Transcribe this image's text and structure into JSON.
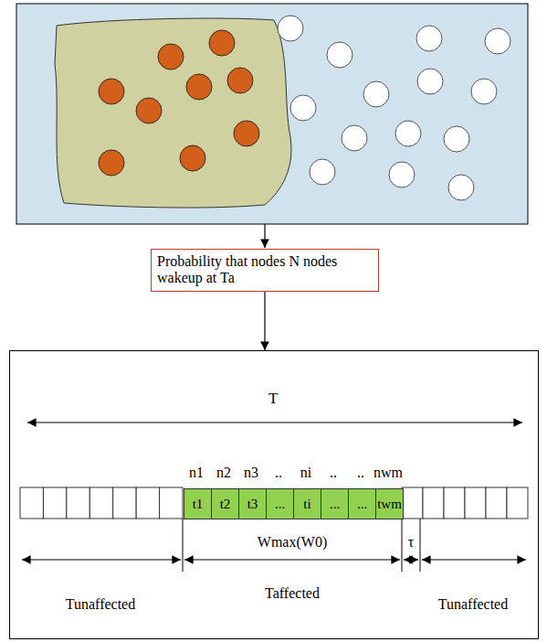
{
  "diagram": {
    "nodes": [
      {
        "text": [
          "Probability that nodes N nodes wakeup at Ta"
        ]
      },
      {
        "text": [
          "T"
        ]
      },
      {
        "text": [
          "t1"
        ],
        "in": 1
      },
      {
        "text": [
          "t2"
        ],
        "in": 1
      },
      {
        "text": [
          "t3"
        ],
        "in": 1
      },
      {
        "text": [
          "..."
        ],
        "in": 1
      },
      {
        "text": [
          "ti"
        ],
        "in": 1
      },
      {
        "text": [
          "..."
        ],
        "in": 1
      },
      {
        "text": [
          "..."
        ],
        "in": 1
      },
      {
        "text": [
          "twm"
        ],
        "in": 1
      }
    ],
    "edges": [
      {
        "from": 0,
        "to": 1,
        "arrow": "to"
      }
    ],
    "labels": [
      "n1",
      "n2",
      "n3",
      "..",
      "ni",
      "..",
      "..",
      "nwm",
      "Wmax(W0)",
      "τ",
      "Tunaffected",
      "Taffected",
      "Tunaffected"
    ]
  }
}
